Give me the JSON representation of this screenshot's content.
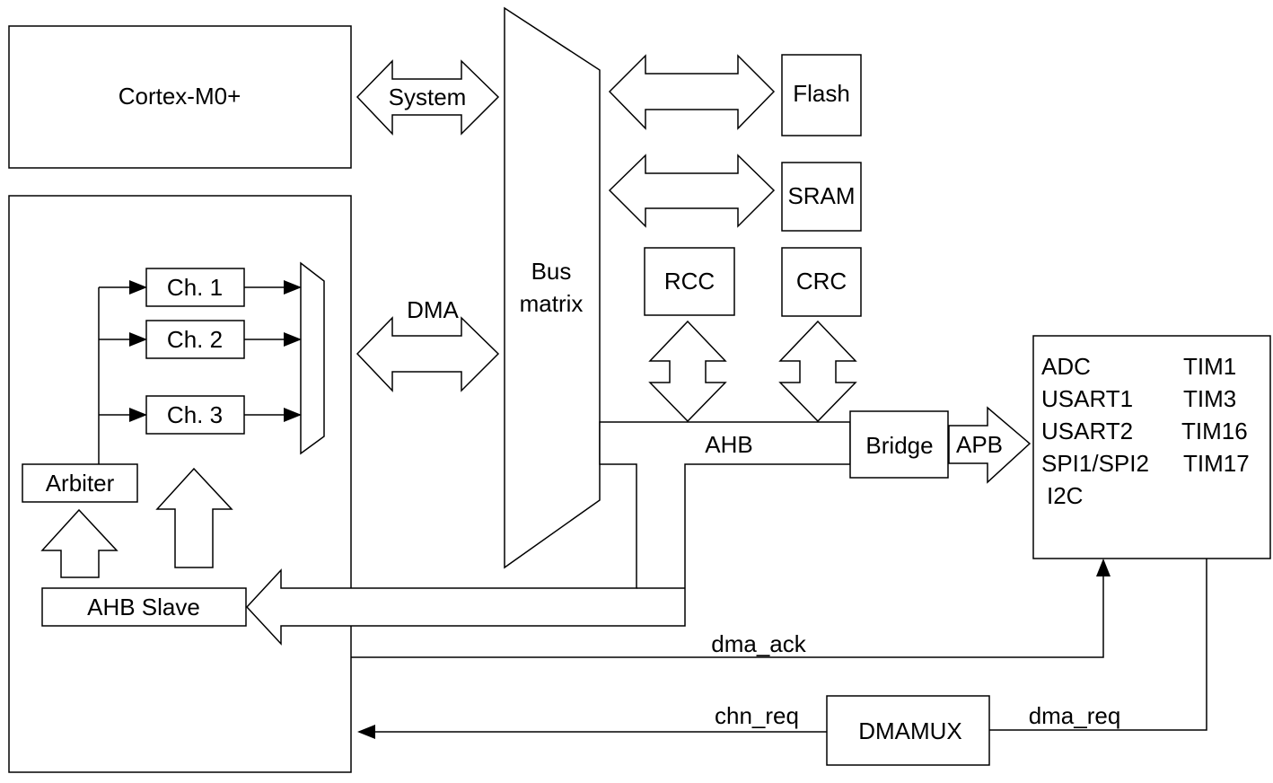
{
  "blocks": {
    "cpu": "Cortex-M0+",
    "bus_matrix_line1": "Bus",
    "bus_matrix_line2": "matrix",
    "flash": "Flash",
    "sram": "SRAM",
    "rcc": "RCC",
    "crc": "CRC",
    "bridge": "Bridge",
    "dmamux": "DMAMUX",
    "ahb_slave": "AHB Slave",
    "arbiter": "Arbiter"
  },
  "channels": [
    "Ch. 1",
    "Ch. 2",
    "Ch. 3"
  ],
  "buses": {
    "system": "System",
    "dma": "DMA",
    "ahb": "AHB",
    "apb": "APB"
  },
  "signals": {
    "dma_ack": "dma_ack",
    "dma_req": "dma_req",
    "chn_req": "chn_req"
  },
  "peripherals": {
    "left": [
      "ADC",
      "USART1",
      "USART2",
      "SPI1/SPI2",
      "I2C"
    ],
    "right": [
      "TIM1",
      "TIM3",
      "TIM16",
      "TIM17"
    ]
  },
  "colors": {
    "stroke": "#000000",
    "fill": "#ffffff"
  }
}
